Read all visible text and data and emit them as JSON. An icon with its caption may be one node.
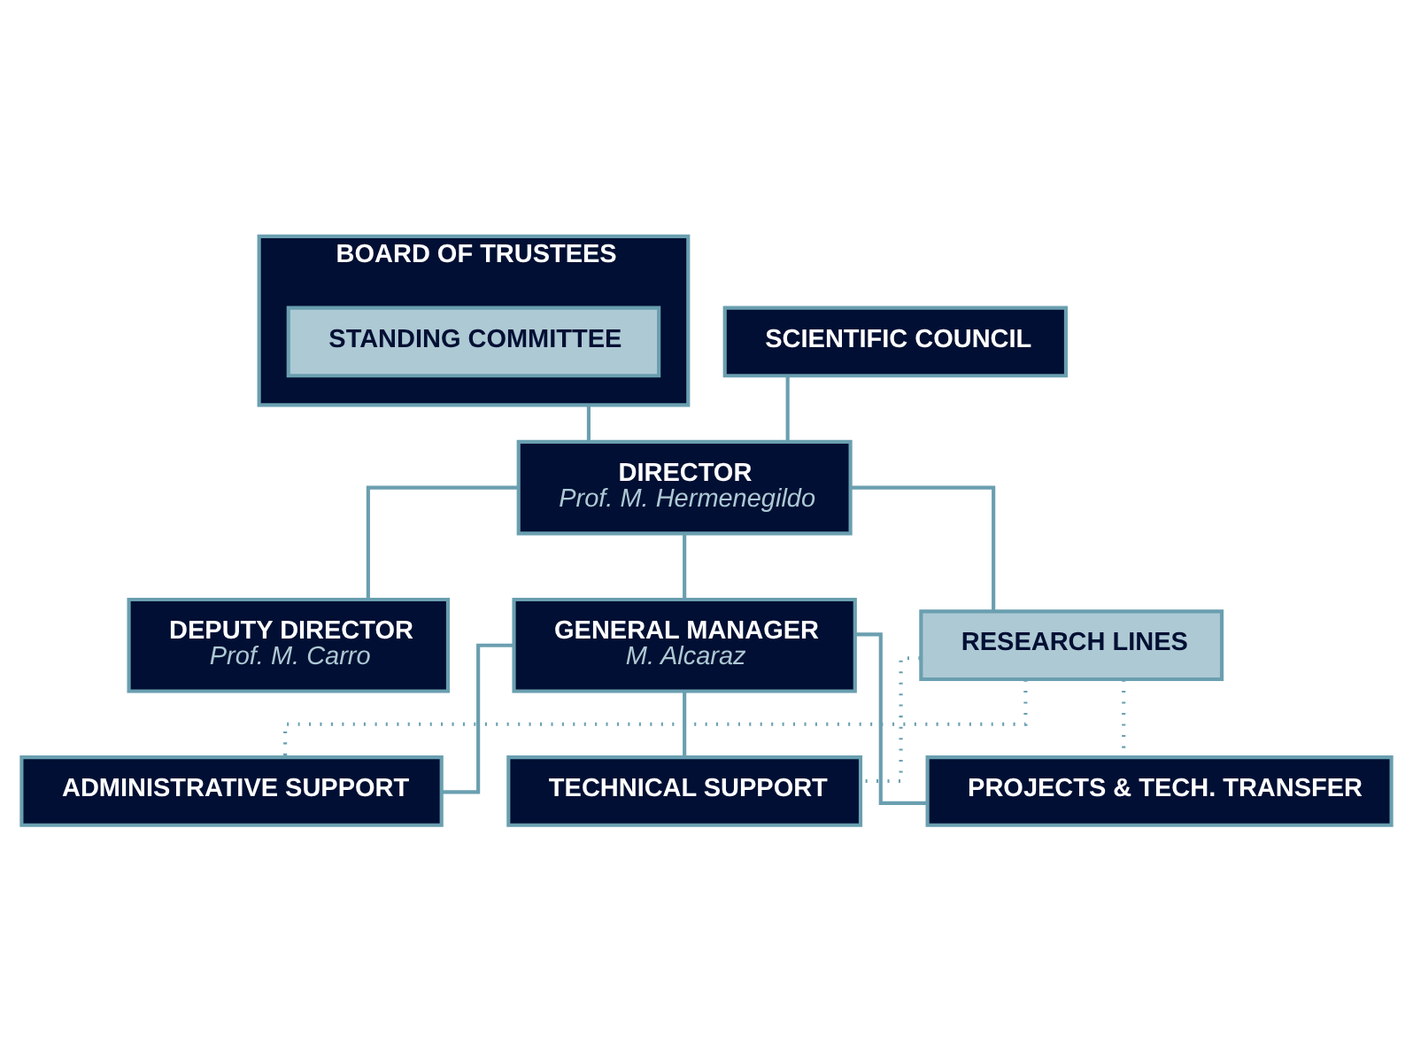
{
  "diagram": {
    "nodes": [
      {
        "text": [
          "BOARD OF TRUSTEES"
        ]
      },
      {
        "text": [
          "STANDING COMMITTEE"
        ],
        "in": 0
      },
      {
        "text": [
          "SCIENTIFIC COUNCIL"
        ]
      },
      {
        "text": [
          "DIRECTOR",
          "Prof. M. Hermenegildo"
        ]
      },
      {
        "text": [
          "DEPUTY DIRECTOR",
          "Prof. M. Carro"
        ]
      },
      {
        "text": [
          "GENERAL MANAGER",
          "M. Alcaraz"
        ]
      },
      {
        "text": [
          "RESEARCH LINES"
        ]
      },
      {
        "text": [
          "ADMINISTRATIVE SUPPORT"
        ]
      },
      {
        "text": [
          "TECHNICAL SUPPORT"
        ]
      },
      {
        "text": [
          "PROJECTS & TECH. TRANSFER"
        ]
      }
    ],
    "edges": [
      {
        "from": 0,
        "to": 3,
        "arrow": "none"
      },
      {
        "from": 2,
        "to": 3,
        "arrow": "none"
      },
      {
        "from": 3,
        "to": 4,
        "arrow": "none"
      },
      {
        "from": 3,
        "to": 5,
        "arrow": "none"
      },
      {
        "from": 3,
        "to": 6,
        "arrow": "none"
      },
      {
        "from": 5,
        "to": 7,
        "arrow": "none"
      },
      {
        "from": 5,
        "to": 8,
        "arrow": "none"
      },
      {
        "from": 5,
        "to": 9,
        "arrow": "none"
      },
      {
        "from": 6,
        "to": 7,
        "arrow": "none",
        "style": "dashed"
      },
      {
        "from": 6,
        "to": 8,
        "arrow": "none",
        "style": "dashed"
      },
      {
        "from": 6,
        "to": 9,
        "arrow": "none",
        "style": "dashed"
      }
    ]
  }
}
